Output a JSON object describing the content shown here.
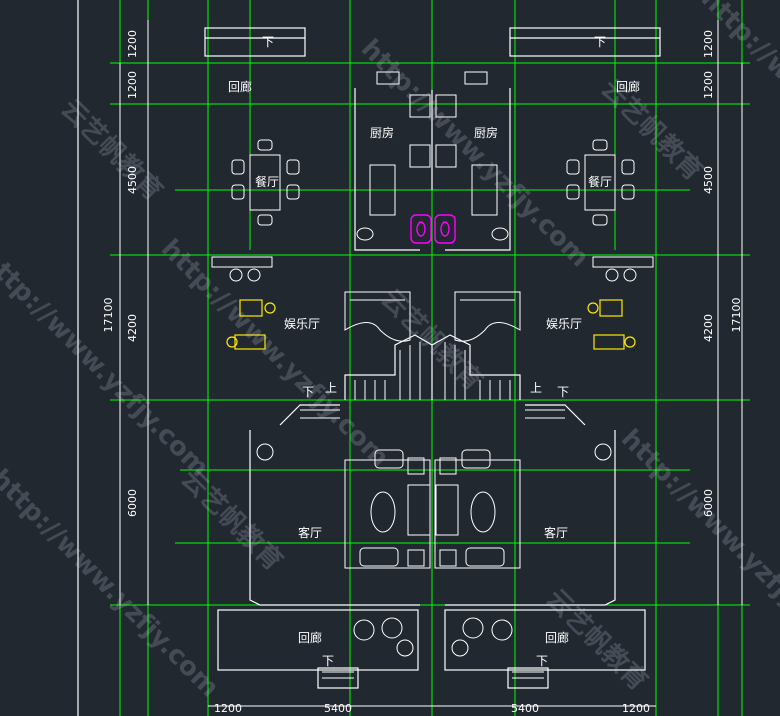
{
  "dims": {
    "top_1": "1200",
    "top_2": "1200",
    "kitchen": "4500",
    "ent": "4200",
    "living": "6000",
    "total": "17100",
    "bottom_left": "1200",
    "bottom_mid_left": "5400",
    "bottom_mid_right": "5400",
    "bottom_right": "1200"
  },
  "rooms": {
    "corridor": "回廊",
    "kitchen": "厨房",
    "dining": "餐厅",
    "entertainment": "娱乐厅",
    "living": "客厅"
  },
  "stairs": {
    "down": "下",
    "up": "上"
  },
  "watermarks": {
    "url": "http://www.yzfjy.com",
    "brand": "云艺帆教育"
  },
  "colors": {
    "background": "#212830",
    "grid": "#00ff00",
    "walls": "#ffffff",
    "furniture_highlight": "#ffea00",
    "sink": "#ff00ff"
  }
}
